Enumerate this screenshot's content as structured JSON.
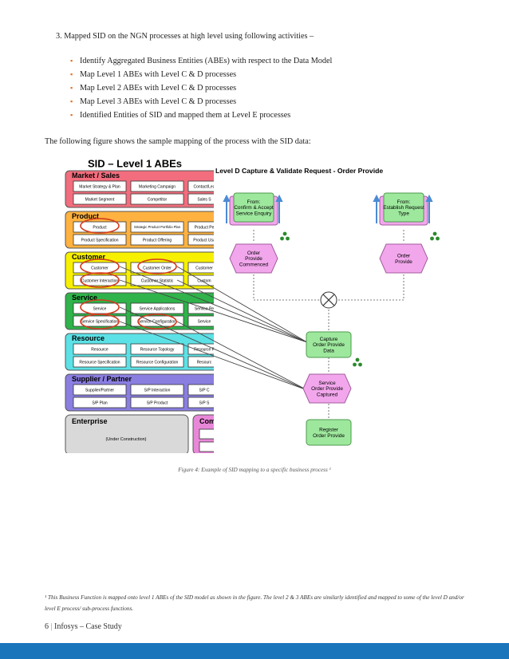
{
  "list": {
    "intro": "3.  Mapped SID on the NGN processes at high level using following activities –",
    "items": [
      "Identify Aggregated Business Entities (ABEs) with respect to the Data Model",
      "Map Level 1 ABEs with Level C & D processes",
      "Map Level 2 ABEs with Level C & D processes",
      "Map Level 3 ABEs with Level C & D processes",
      "Identified Entities of SID and mapped them at Level E processes"
    ]
  },
  "paragraph": "The following figure shows the sample mapping of the process with the SID data:",
  "figure": {
    "sid_title": "SID – Level 1 ABEs",
    "process_title": "Level D Capture & Validate Request - Order Provide",
    "domains": [
      {
        "name": "Market / Sales",
        "color": "#f26d7d",
        "rows": [
          [
            "Market Strategy & Plan",
            "Marketing Campaign",
            "Contact/Lea"
          ],
          [
            "Market Segment",
            "Competitor",
            "Sales S"
          ]
        ]
      },
      {
        "name": "Product",
        "color": "#ffb240",
        "rows": [
          [
            "Product",
            "Strategic Product Portfolio Plan",
            "Product Pe"
          ],
          [
            "Product Specification",
            "Product Offering",
            "Product Usa"
          ]
        ]
      },
      {
        "name": "Customer",
        "color": "#f7f000",
        "rows": [
          [
            "Customer",
            "Customer Order",
            "Customer"
          ],
          [
            "Customer Interaction",
            "Customer Statistic",
            "Custom"
          ]
        ]
      },
      {
        "name": "Service",
        "color": "#2fb34a",
        "rows": [
          [
            "Service",
            "Service Applications",
            "Service Pe"
          ],
          [
            "Service Specification",
            "Service Configuration",
            "Service"
          ]
        ]
      },
      {
        "name": "Resource",
        "color": "#5ce1e6",
        "rows": [
          [
            "Resource",
            "Resource Topology",
            "Resource P"
          ],
          [
            "Resource Specification",
            "Resource Configuration",
            "Resourc"
          ]
        ]
      },
      {
        "name": "Supplier / Partner",
        "color": "#8a7ee0",
        "rows": [
          [
            "Supplier/Partner",
            "S/P Interaction",
            "S/P C"
          ],
          [
            "S/P Plan",
            "S/P Product",
            "S/P S"
          ]
        ]
      }
    ],
    "enterprise": {
      "name": "Enterprise",
      "note": "(Under Construction)",
      "side": "Comm"
    },
    "events": [
      {
        "id": "from-confirm",
        "label": "From:\nConfirm & Accept\nService Enquiry"
      },
      {
        "id": "from-establish",
        "label": "From:\nEstablish Request\nType"
      }
    ],
    "states": [
      {
        "id": "order-commenced",
        "label": "Order\nProvide\nCommenced"
      },
      {
        "id": "order-provide",
        "label": "Order\nProvide"
      },
      {
        "id": "service-captured",
        "label": "Service\nOrder Provide\nCaptured"
      }
    ],
    "functions": [
      {
        "id": "capture-data",
        "label": "Capture\nOrder Provide\nData"
      },
      {
        "id": "register-order",
        "label": "Register\nOrder Provide"
      }
    ]
  },
  "caption": "Figure 4: Example of SID mapping to a specific business process ¹",
  "footnote": "¹ This Business Function is mapped onto level 1 ABEs of the SID model as shown in the figure. The level 2 & 3 ABEs are similarly identified and mapped to some of the level D and/or level E process/ sub-process functions.",
  "footer": {
    "page": "6",
    "sep": "|",
    "text": "Infosys – Case Study"
  }
}
